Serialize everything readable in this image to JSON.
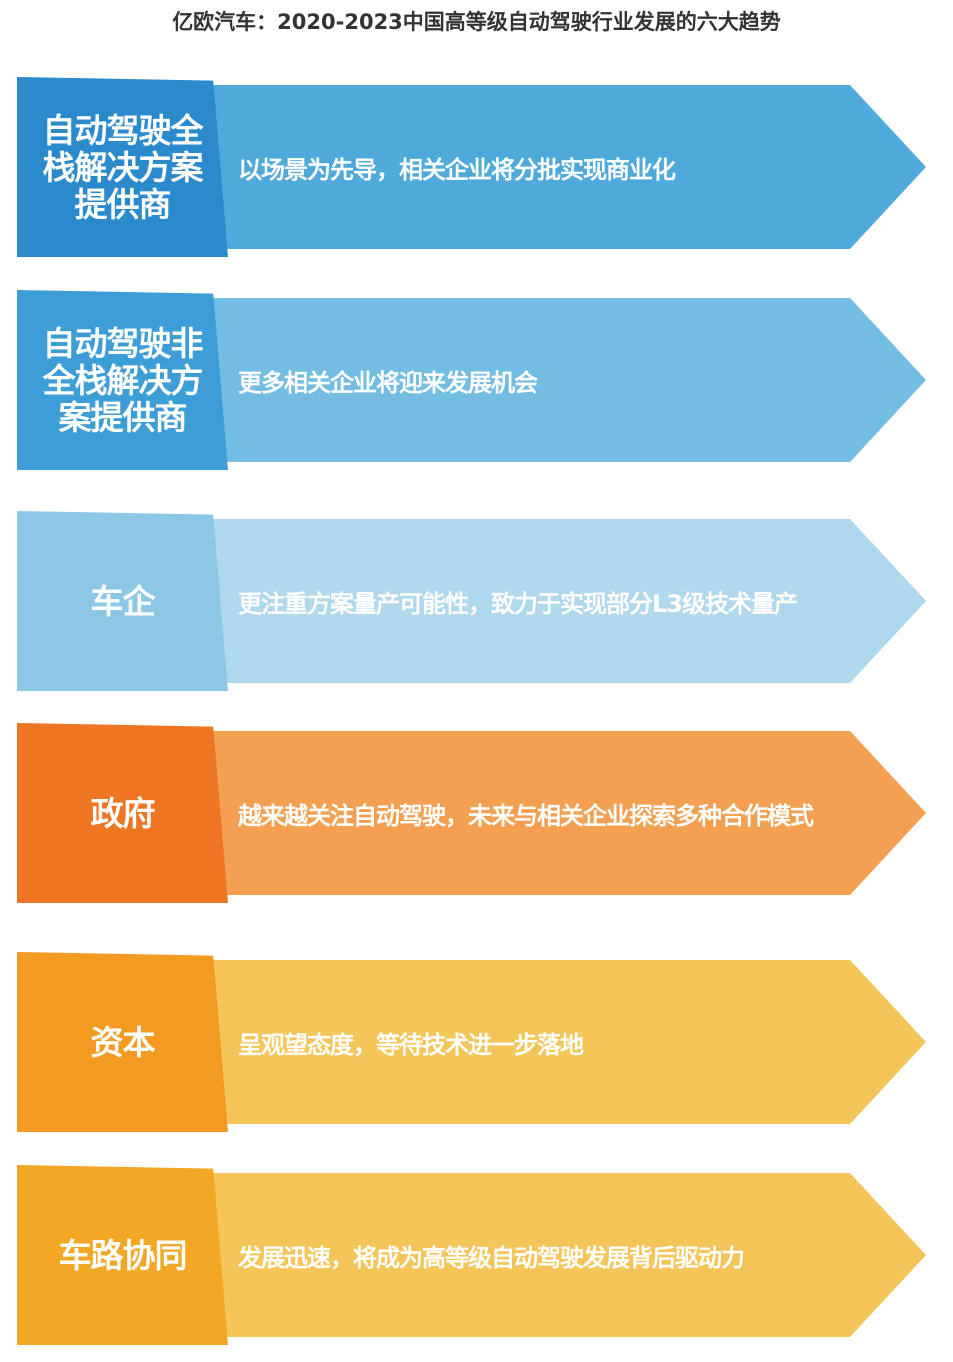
{
  "title": "亿欧汽车：2020-2023中国高等级自动驾驶行业发展的六大趋势",
  "rows": [
    {
      "label": "自动驾驶全栈解决方案提供商",
      "text": "以场景为先导，相关企业将分批实现商业化",
      "label_color": "#2B8ACB",
      "arrow_color": "#4FA9DA"
    },
    {
      "label": "自动驾驶非全栈解决方案提供商",
      "text": "更多相关企业将迎来发展机会",
      "label_color": "#3D9DD6",
      "arrow_color": "#72BDE1"
    },
    {
      "label": "车企",
      "text": "更注重方案量产可能性，致力于实现部分L3级技术量产",
      "label_color": "#8DC7E6",
      "arrow_color": "#AFD8EC"
    },
    {
      "label": "政府",
      "text": "越来越关注自动驾驶，未来与相关企业探索多种合作模式",
      "label_color": "#EE7623",
      "arrow_color": "#F4A052"
    },
    {
      "label": "资本",
      "text": "呈观望态度，等待技术进一步落地",
      "label_color": "#F39A23",
      "arrow_color": "#F4C558"
    },
    {
      "label": "车路协同",
      "text": "发展迅速，将成为高等级自动驾驶发展背后驱动力",
      "label_color": "#F2A824",
      "arrow_color": "#F4C558"
    }
  ]
}
